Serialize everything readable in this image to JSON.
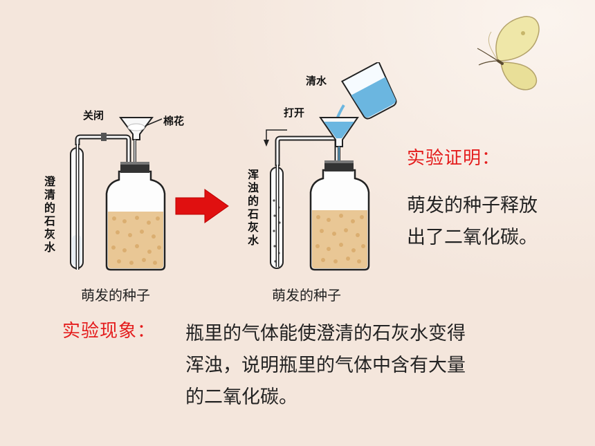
{
  "diagram": {
    "left_setup": {
      "labels": {
        "closed": "关闭",
        "cotton": "棉花",
        "limewater": "澄清的石灰水"
      },
      "caption": "萌发的种子"
    },
    "right_setup": {
      "labels": {
        "water": "清水",
        "open": "打开",
        "limewater": "浑浊的石灰水"
      },
      "caption": "萌发的种子"
    }
  },
  "proof": {
    "heading": "实验证明：",
    "lines": [
      "萌发的种子释放",
      "出了二氧化碳。"
    ]
  },
  "phenomenon": {
    "heading": "实验现象：",
    "lines": [
      "瓶里的气体能使澄清的石灰水变得",
      "浑浊，说明瓶里的气体中含有大量",
      "的二氧化碳。"
    ]
  },
  "colors": {
    "heading_red": "#e41d1d",
    "background": "#f4e6dc",
    "arrow": "#e01010",
    "water_blue": "#6bb6e0",
    "seeds": "#e9c795"
  },
  "icons": [
    "butterfly-icon"
  ]
}
